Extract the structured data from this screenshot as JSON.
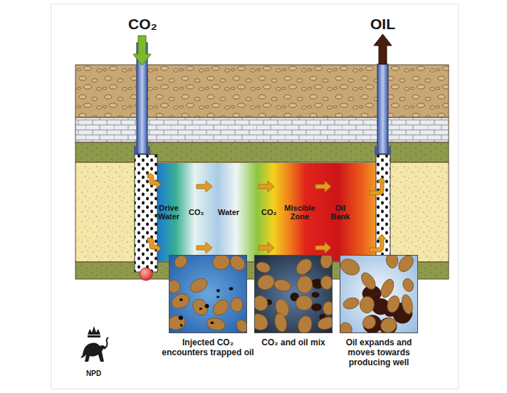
{
  "diagram": {
    "nodes": [
      {
        "text": [
          "Injected CO₂ encounters trapped oil"
        ]
      },
      {
        "text": [
          "CO₂ and oil mix"
        ]
      },
      {
        "text": [
          "Oil expands and moves towards producing well"
        ]
      }
    ],
    "labels": [
      "CO₂",
      "OIL",
      "Drive Water",
      "CO₂",
      "Water",
      "CO₂",
      "Miscible Zone",
      "Oil Bank",
      "NPD"
    ]
  }
}
